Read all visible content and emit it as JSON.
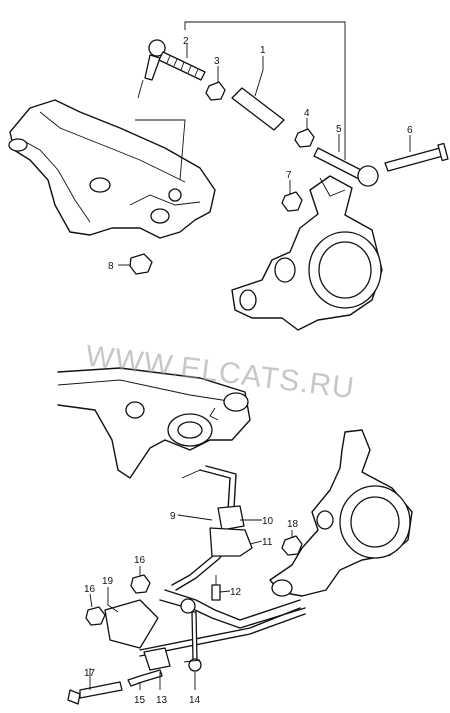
{
  "watermark": "WWW.ELCATS.RU",
  "callouts": {
    "c1": "1",
    "c2": "2",
    "c3": "3",
    "c4": "4",
    "c5": "5",
    "c6": "6",
    "c7": "7",
    "c8": "8",
    "c9": "9",
    "c10": "10",
    "c11": "11",
    "c12": "12",
    "c13": "13",
    "c14": "14",
    "c15": "15",
    "c16a": "16",
    "c16b": "16",
    "c17": "17",
    "c18": "18",
    "c19": "19"
  }
}
